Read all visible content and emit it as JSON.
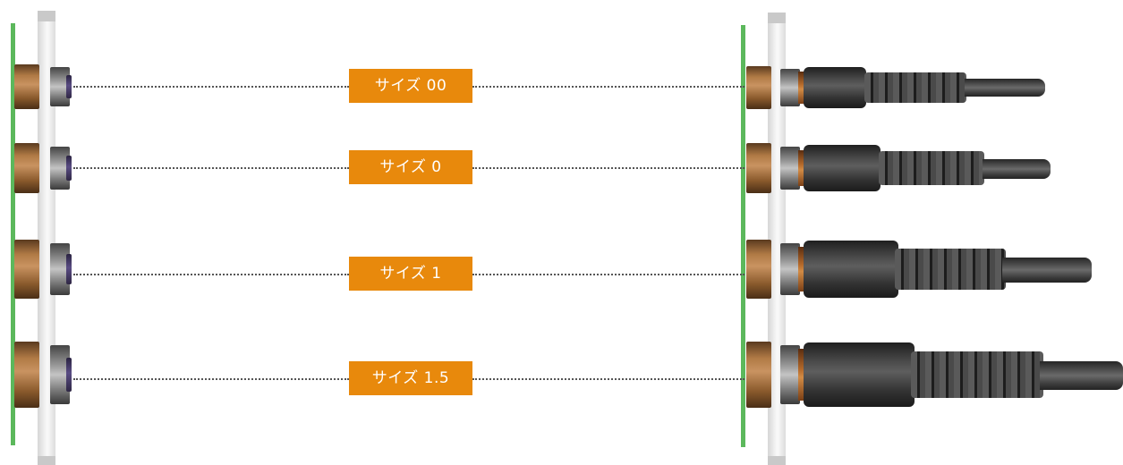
{
  "labels": [
    {
      "text": "サイズ 00"
    },
    {
      "text": "サイズ 0"
    },
    {
      "text": "サイズ 1"
    },
    {
      "text": "サイズ 1.5"
    }
  ],
  "colors": {
    "label_bg": "#e8890c",
    "label_text": "#ffffff",
    "pcb": "#5cb85c",
    "dotted_line": "#555555"
  }
}
